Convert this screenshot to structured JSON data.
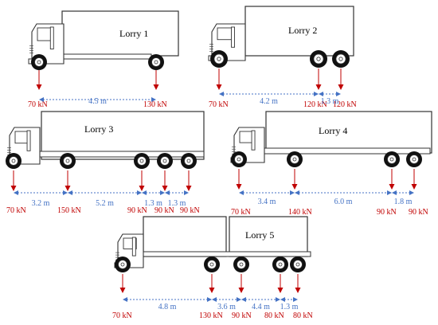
{
  "colors": {
    "load": "#c00000",
    "dimension": "#4472c4",
    "outline": "#333333",
    "tyre": "#111111"
  },
  "lorries": [
    {
      "name": "Lorry 1",
      "loads": [
        "70 kN",
        "130 kN"
      ],
      "spacings": [
        "4.5 m"
      ]
    },
    {
      "name": "Lorry 2",
      "loads": [
        "70 kN",
        "120 kN",
        "120 kN"
      ],
      "spacings": [
        "4.2 m",
        "1.3 m"
      ]
    },
    {
      "name": "Lorry 3",
      "loads": [
        "70 kN",
        "150 kN",
        "90 kN",
        "90 kN",
        "90 kN"
      ],
      "spacings": [
        "3.2 m",
        "5.2 m",
        "1.3 m",
        "1.3 m"
      ]
    },
    {
      "name": "Lorry 4",
      "loads": [
        "70 kN",
        "140 kN",
        "90 kN",
        "90 kN"
      ],
      "spacings": [
        "3.4 m",
        "6.0 m",
        "1.8 m"
      ]
    },
    {
      "name": "Lorry 5",
      "loads": [
        "70 kN",
        "130 kN",
        "90 kN",
        "80 kN",
        "80 kN"
      ],
      "spacings": [
        "4.8 m",
        "3.6 m",
        "4.4 m",
        "1.3 m"
      ]
    }
  ]
}
